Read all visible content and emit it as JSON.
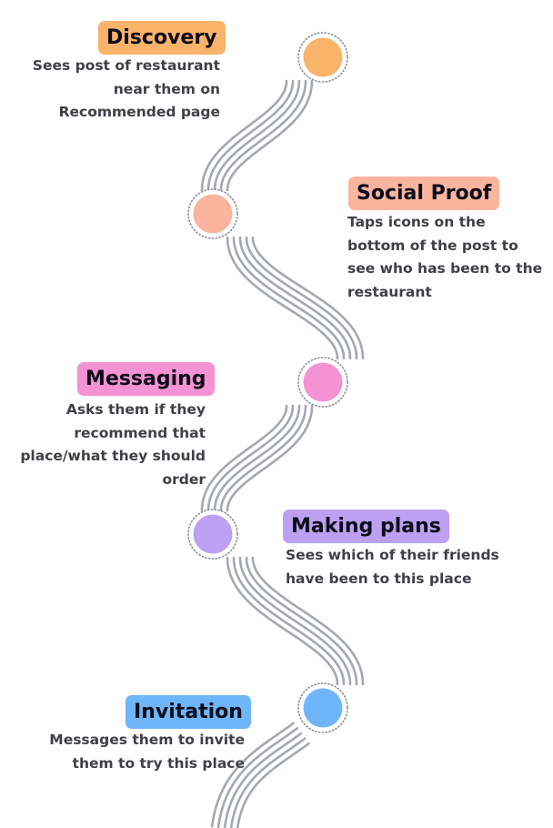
{
  "steps": [
    {
      "title": "Discovery",
      "description": [
        "Sees post of restaurant",
        "near them on",
        "Recommended page"
      ],
      "color": "#f9b36a"
    },
    {
      "title": "Social Proof",
      "description": [
        "Taps icons on the",
        "bottom of the post to",
        "see who has been to the",
        "restaurant"
      ],
      "color": "#fbb49e"
    },
    {
      "title": "Messaging",
      "description": [
        "Asks them if they",
        "recommend that",
        "place/what they should",
        "order"
      ],
      "color": "#f592d3"
    },
    {
      "title": "Making plans",
      "description": [
        "Sees which of their friends",
        "have been to this place"
      ],
      "color": "#bda0f1"
    },
    {
      "title": "Invitation",
      "description": [
        "Messages them to invite",
        "them to try this place"
      ],
      "color": "#6fb5fa"
    }
  ],
  "road_color": "#a5a8ae"
}
